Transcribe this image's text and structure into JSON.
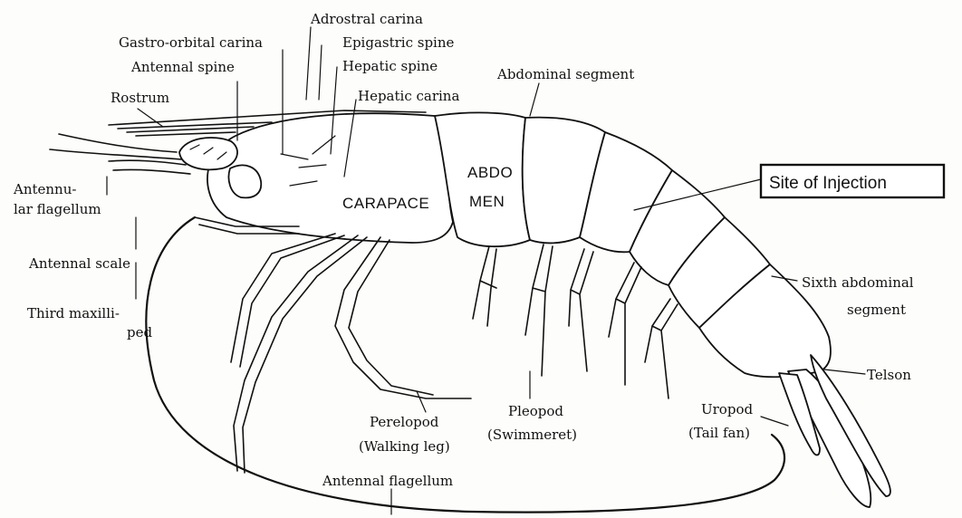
{
  "diagram": {
    "labels": {
      "adrostral_carina": "Adrostral carina",
      "gastro_orbital_carina": "Gastro-orbital carina",
      "epigastric_spine": "Epigastric spine",
      "hepatic_spine": "Hepatic spine",
      "antennal_spine": "Antennal spine",
      "hepatic_carina": "Hepatic carina",
      "rostrum": "Rostrum",
      "abdominal_segment": "Abdominal segment",
      "antennular_flagellum_1": "Antennu-",
      "antennular_flagellum_2": "lar flagellum",
      "carapace": "CARAPACE",
      "abdomen_1": "ABDO",
      "abdomen_2": "MEN",
      "site_of_injection": "Site of Injection",
      "antennal_scale": "Antennal scale",
      "third_maxilliped_1": "Third maxilli-",
      "third_maxilliped_2": "ped",
      "sixth_abdominal_segment_1": "Sixth abdominal",
      "sixth_abdominal_segment_2": "segment",
      "telson": "Telson",
      "perelopod_1": "Perelopod",
      "perelopod_2": "(Walking leg)",
      "pleopod_1": "Pleopod",
      "pleopod_2": "(Swimmeret)",
      "uropod_1": "Uropod",
      "uropod_2": "(Tail fan)",
      "antennal_flagellum": "Antennal flagellum"
    }
  }
}
